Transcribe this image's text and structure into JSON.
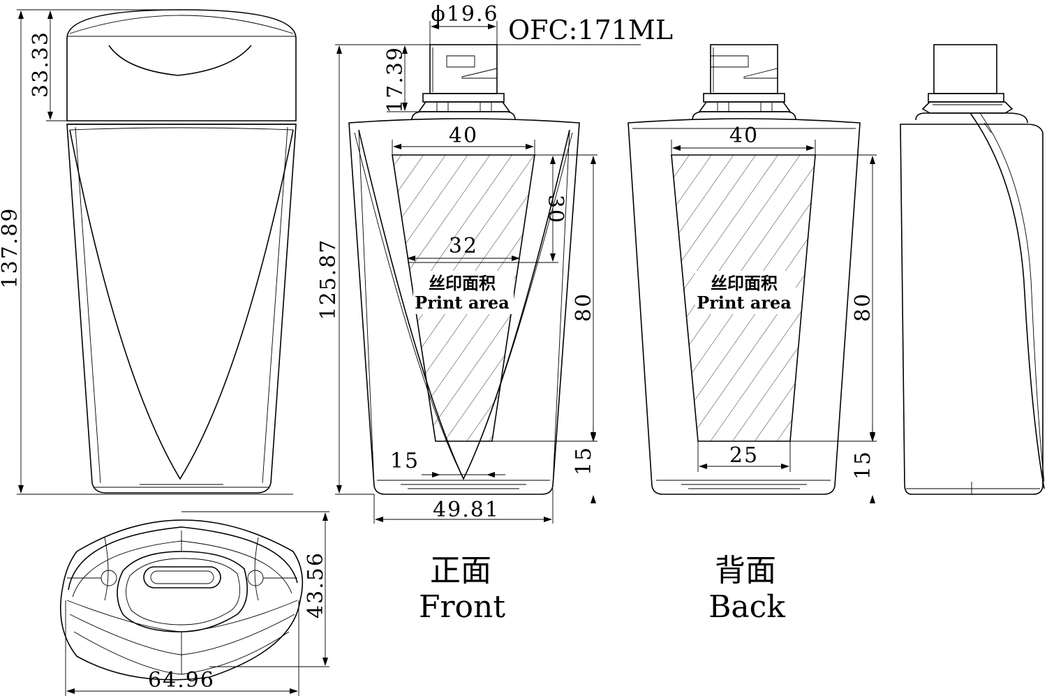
{
  "capacity_label": "OFC:171ML",
  "neck_diameter": "ϕ19.6",
  "dimensions": {
    "overall_height": "137.89",
    "cap_height": "33.33",
    "neck_height": "17.39",
    "body_height": "125.87",
    "width_front": "49.81",
    "top_view_depth": "43.56",
    "top_view_width": "64.96"
  },
  "front_print": {
    "top_width": "40",
    "mid_width": "32",
    "bottom_width": "15",
    "upper_height": "30",
    "height": "80",
    "bottom_margin": "15",
    "label_cn": "丝印面积",
    "label_en": "Print area"
  },
  "back_print": {
    "top_width": "40",
    "bottom_width": "25",
    "height": "80",
    "bottom_margin": "15",
    "label_cn": "丝印面积",
    "label_en": "Print area"
  },
  "views": {
    "front_cn": "正面",
    "front_en": "Front",
    "back_cn": "背面",
    "back_en": "Back"
  }
}
